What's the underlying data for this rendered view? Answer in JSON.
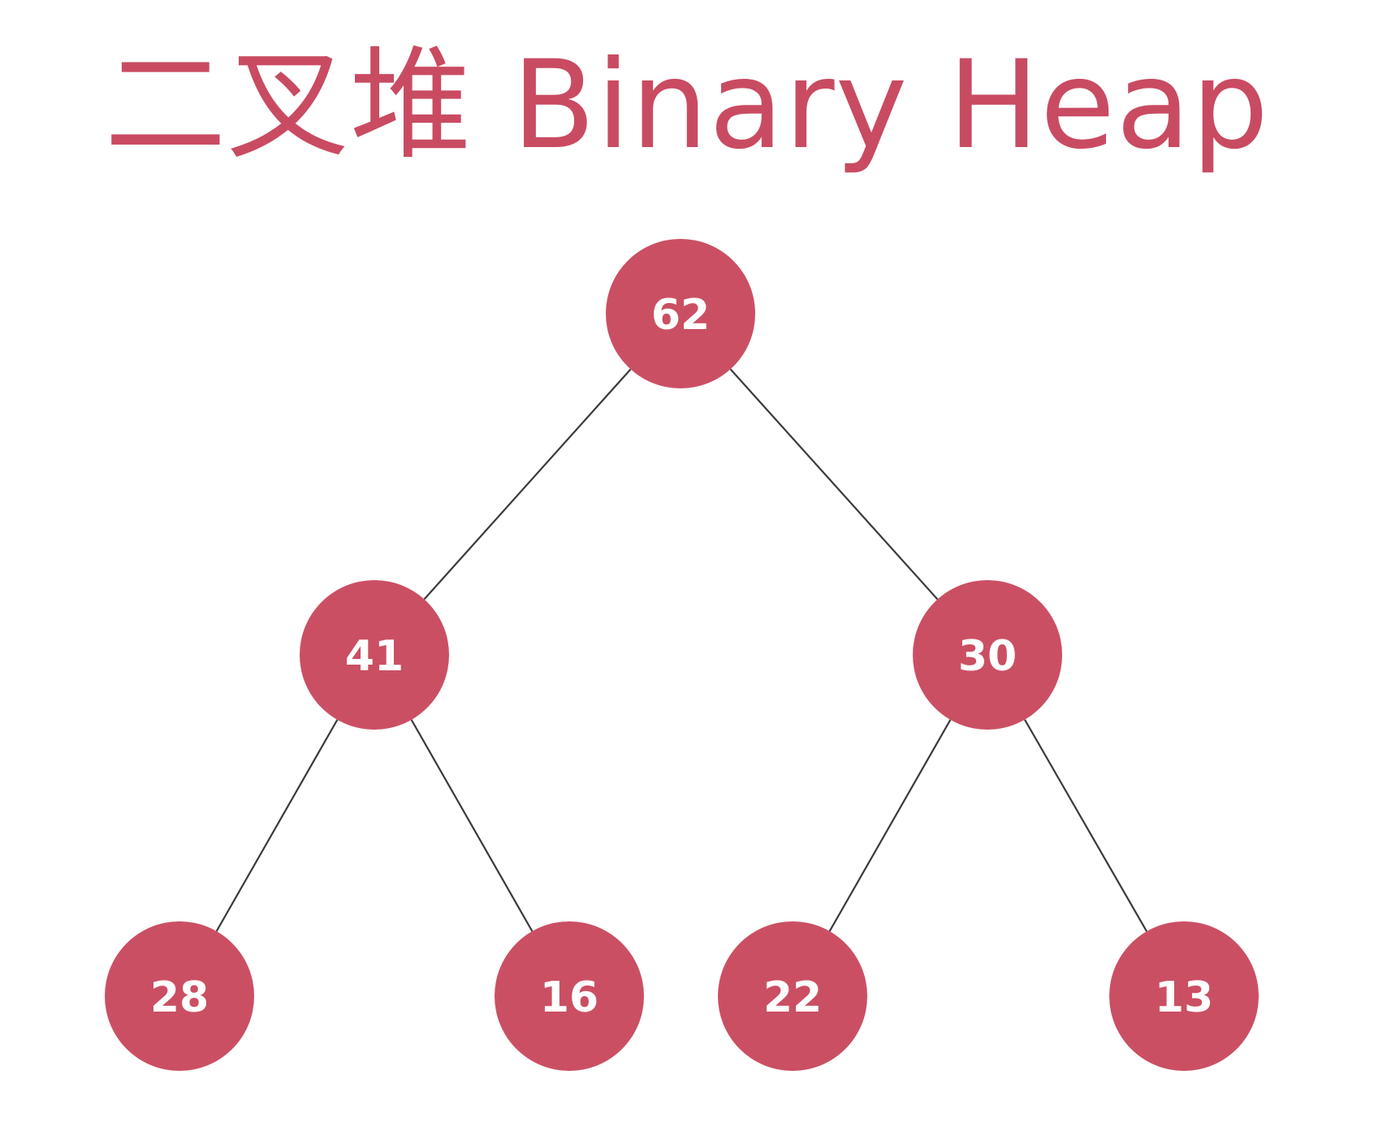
{
  "title": "二叉堆 Binary Heap",
  "colors": {
    "accent": "#c94b62",
    "node_fill": "#cb4f63",
    "node_text": "#ffffff",
    "edge": "#3a3a3a",
    "background": "#ffffff"
  },
  "heap": [
    62,
    41,
    30,
    28,
    16,
    22,
    13
  ]
}
